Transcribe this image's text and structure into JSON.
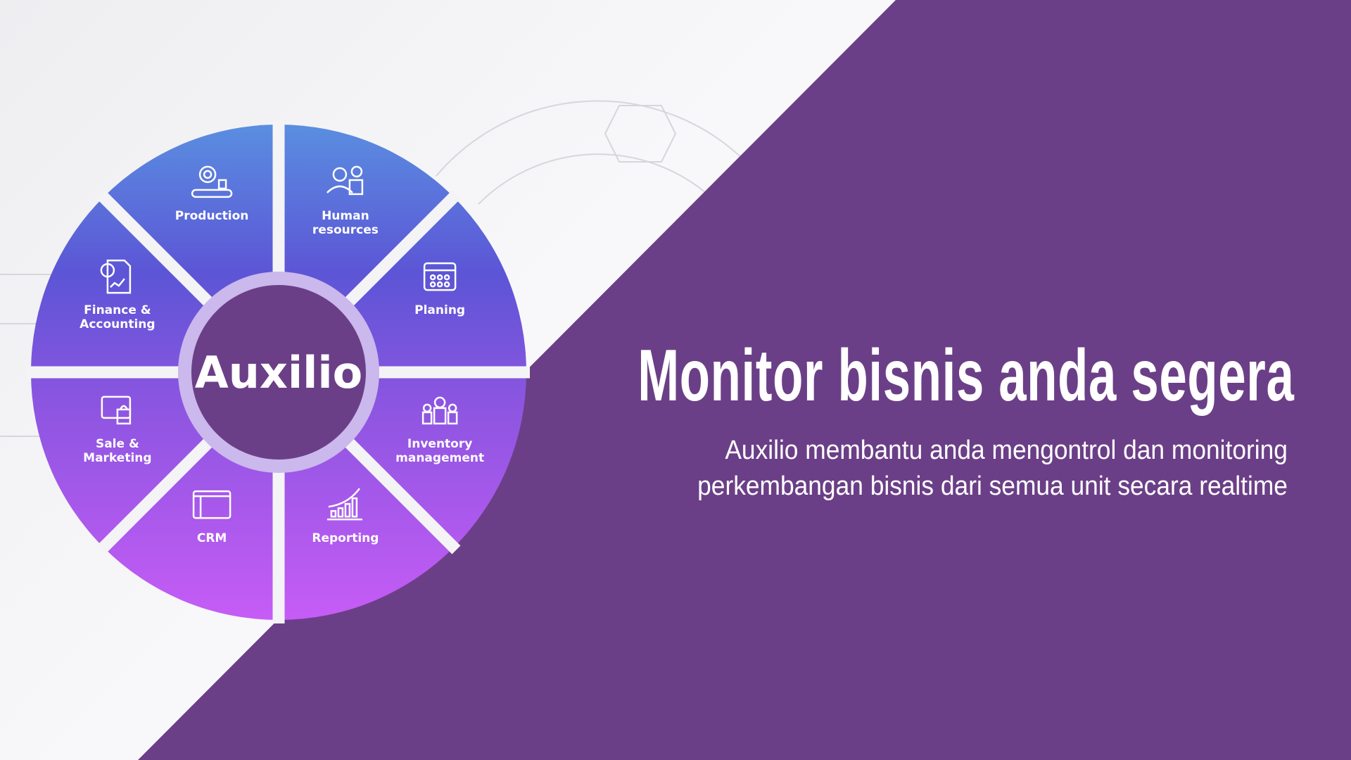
{
  "colors": {
    "purple": "#6b3f87",
    "grad_top": "#5a8ee0",
    "grad_mid": "#7b55dc",
    "grad_bottom": "#c65cf6",
    "ring": "#cbb8ec"
  },
  "wheel": {
    "center_label": "Auxilio",
    "segments": [
      {
        "lines": [
          "Human",
          "resources"
        ],
        "icon": "human-resources-icon"
      },
      {
        "lines": [
          "Planing"
        ],
        "icon": "calendar-icon"
      },
      {
        "lines": [
          "Inventory",
          "management"
        ],
        "icon": "team-icon"
      },
      {
        "lines": [
          "Reporting"
        ],
        "icon": "growth-chart-icon"
      },
      {
        "lines": [
          "CRM"
        ],
        "icon": "crm-window-icon"
      },
      {
        "lines": [
          "Sale &",
          "Marketing"
        ],
        "icon": "shopping-icon"
      },
      {
        "lines": [
          "Finance &",
          "Accounting"
        ],
        "icon": "finance-report-icon"
      },
      {
        "lines": [
          "Production"
        ],
        "icon": "gear-conveyor-icon"
      }
    ]
  },
  "headline": "Monitor bisnis anda segera",
  "subtitle": {
    "line1": "Auxilio membantu anda mengontrol dan monitoring",
    "line2": "perkembangan bisnis dari semua unit secara realtime"
  }
}
